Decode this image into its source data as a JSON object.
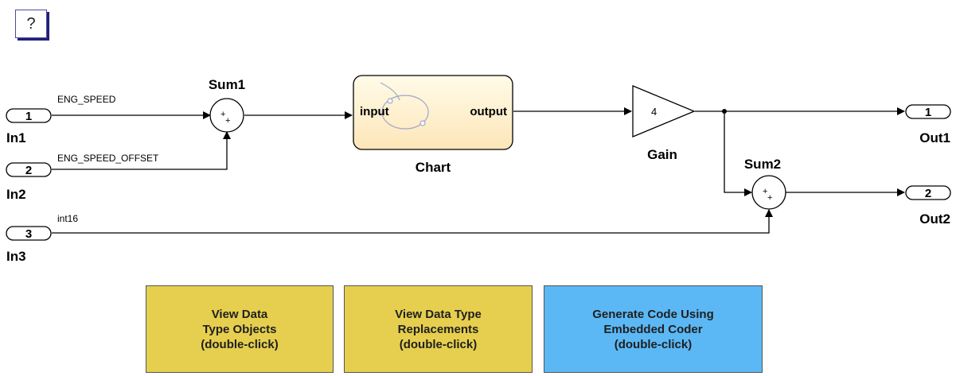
{
  "help": {
    "label": "?"
  },
  "inports": [
    {
      "number": "1",
      "name": "In1",
      "signal": "ENG_SPEED"
    },
    {
      "number": "2",
      "name": "In2",
      "signal": "ENG_SPEED_OFFSET"
    },
    {
      "number": "3",
      "name": "In3",
      "signal": "int16"
    }
  ],
  "outports": [
    {
      "number": "1",
      "name": "Out1"
    },
    {
      "number": "2",
      "name": "Out2"
    }
  ],
  "sum1": {
    "name": "Sum1"
  },
  "sum2": {
    "name": "Sum2"
  },
  "chart": {
    "name": "Chart",
    "input_port": "input",
    "output_port": "output"
  },
  "gain": {
    "name": "Gain",
    "value": "4"
  },
  "buttons": [
    {
      "lines": [
        "View Data",
        "Type Objects",
        "(double-click)"
      ],
      "color": "#e6cf4e"
    },
    {
      "lines": [
        "View Data Type",
        "Replacements",
        "(double-click)"
      ],
      "color": "#e6cf4e"
    },
    {
      "lines": [
        "Generate Code Using",
        "Embedded Coder",
        "(double-click)"
      ],
      "color": "#5bb8f5"
    }
  ]
}
